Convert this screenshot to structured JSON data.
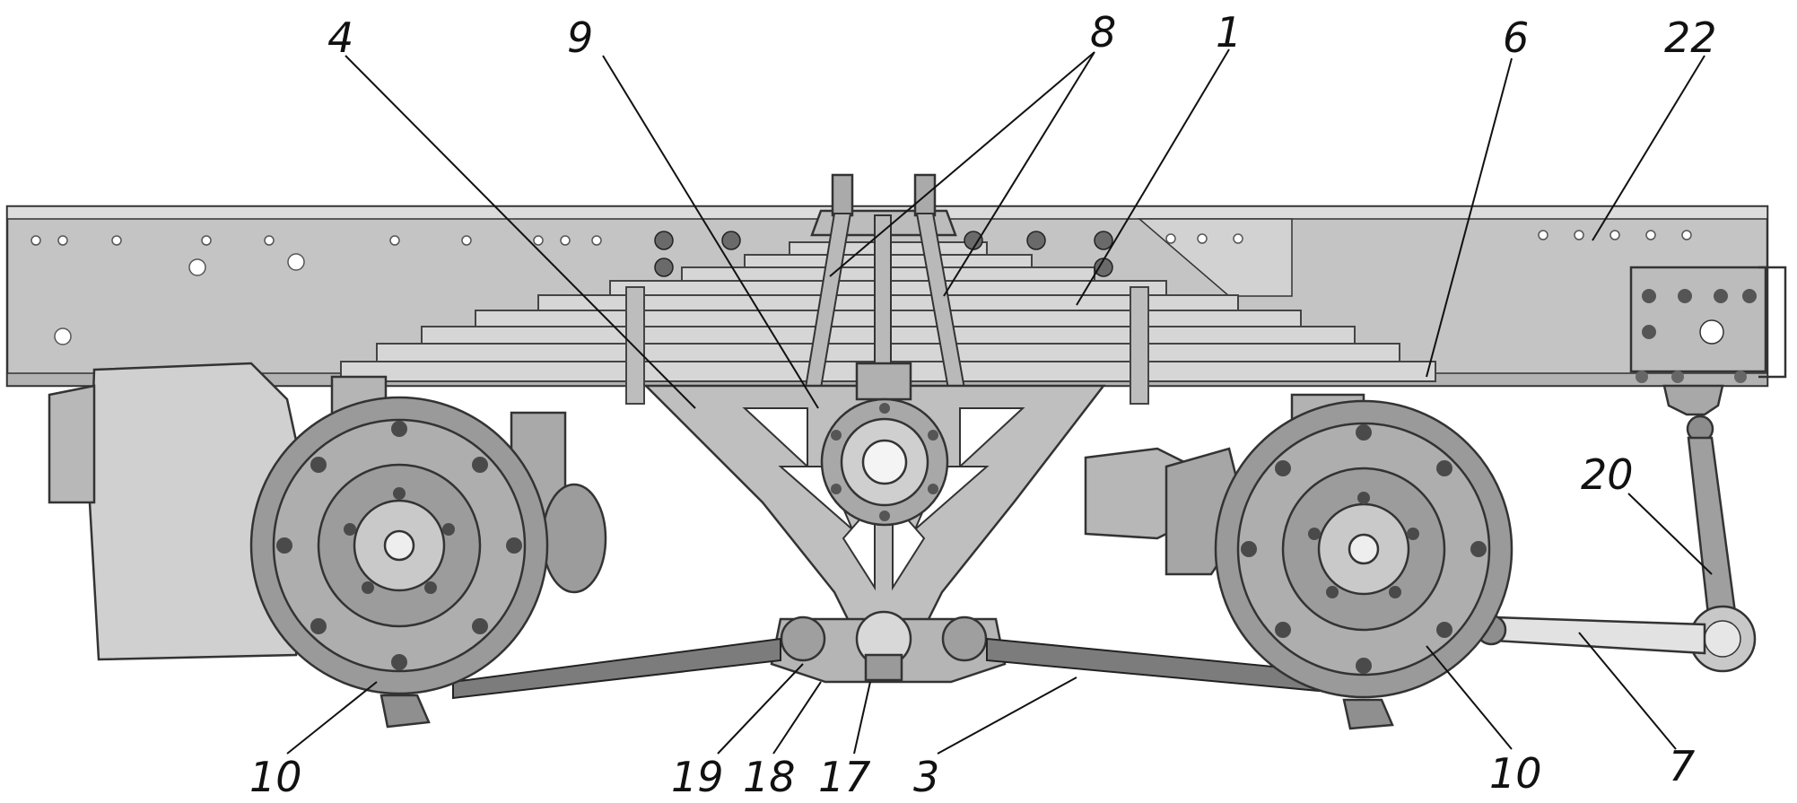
{
  "figure": {
    "callouts": [
      "4",
      "9",
      "8",
      "1",
      "6",
      "22",
      "20",
      "10",
      "19",
      "18",
      "17",
      "3",
      "10",
      "7"
    ]
  },
  "colors": {
    "frame": "#c4c4c4",
    "frame_dark": "#a9a9a9",
    "spring": "#d6d6d6",
    "hub": "#9a9a9a",
    "hub_dark": "#6e6e6e",
    "axle": "#8c8c8c",
    "ink": "#111111"
  }
}
